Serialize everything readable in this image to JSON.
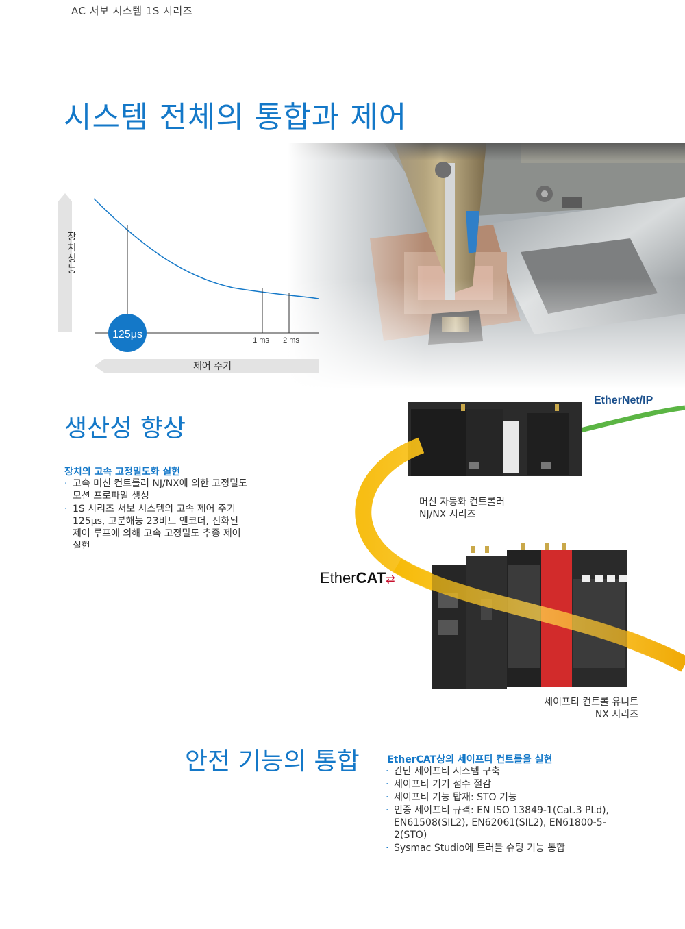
{
  "header": {
    "title": "AC 서보 시스템 1S 시리즈"
  },
  "main_title": "시스템 전체의 통합과 제어",
  "chart": {
    "y_axis_label": "장치성능",
    "x_axis_label": "제어 주기",
    "marker_label": "125μs",
    "tick_1ms": "1 ms",
    "tick_2ms": "2 ms"
  },
  "productivity": {
    "title": "생산성 향상",
    "subheading": "장치의 고속 고정밀도화 실현",
    "bullets": [
      "고속 머신 컨트롤러 NJ/NX에 의한 고정밀도\n모션 프로파일 생성",
      "1S 시리즈 서보 시스템의 고속 제어 주기\n125μs, 고분해능 23비트 엔코더, 진화된\n제어 루프에 의해 고속 고정밀도 추종 제어\n실현"
    ]
  },
  "logos": {
    "ethernet_ip": "EtherNet/IP",
    "ethercat_prefix": "Ether",
    "ethercat_suffix": "CAT"
  },
  "captions": {
    "controller_line1": "머신 자동화 컨트롤러",
    "controller_line2": "NJ/NX 시리즈",
    "safety_line1": "세이프티 컨트롤 유니트",
    "safety_line2": "NX 시리즈"
  },
  "safety": {
    "title": "안전 기능의 통합",
    "subheading": "EtherCAT상의 세이프티 컨트롤을 실현",
    "bullets": [
      "간단 세이프티 시스템 구축",
      "세이프티 기기 점수 절감",
      "세이프티 기능 탑재: STO 기능",
      "인증 세이프티 규격: EN ISO 13849-1(Cat.3 PLd),\nEN61508(SIL2), EN62061(SIL2), EN61800-5-\n2(STO)",
      "Sysmac Studio에 트러블 슈팅 기능 통합"
    ]
  }
}
